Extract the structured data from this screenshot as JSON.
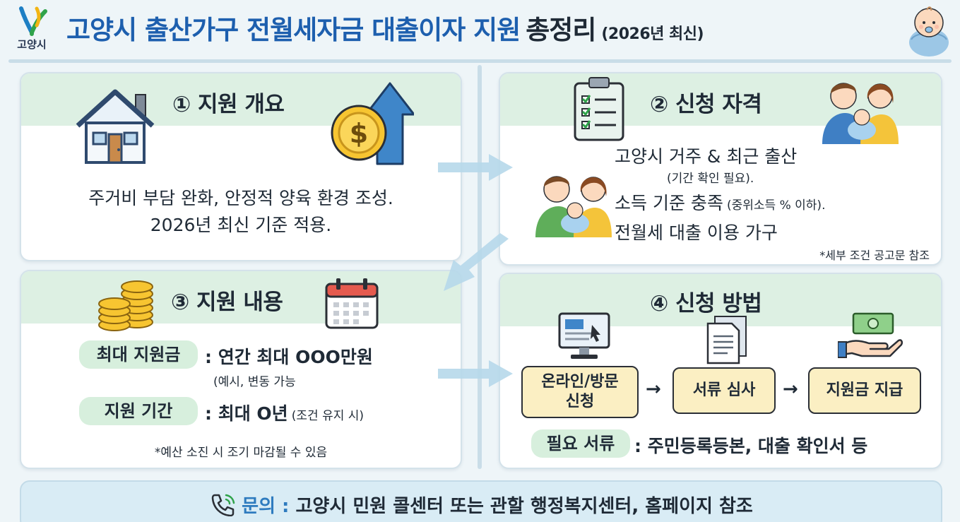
{
  "header": {
    "logo_text": "고양시",
    "title_main": "고양시 출산가구 전월세자금 대출이자 지원",
    "title_summary": "총정리",
    "title_year": "(2026년 최신)"
  },
  "cards": {
    "overview": {
      "title": "① 지원 개요",
      "line1": "주거비 부담 완화, 안정적 양육 환경 조성.",
      "line2": "2026년 최신 기준 적용."
    },
    "eligibility": {
      "title": "② 신청 자격",
      "line1": "고양시 거주 & 최근 출산",
      "line1_note": "(기간 확인 필요).",
      "line2": "소득 기준 충족",
      "line2_note": "(중위소득 % 이하).",
      "line3": "전월세 대출 이용 가구",
      "footnote": "*세부 조건 공고문 참조"
    },
    "content": {
      "title": "③ 지원 내용",
      "max_label": "최대 지원금",
      "max_value": ": 연간 최대 OOO만원",
      "max_note": "(예시, 변동 가능",
      "period_label": "지원 기간",
      "period_value": ": 최대 O년",
      "period_note": "(조건 유지 시)",
      "footnote": "*예산 소진 시 조기 마감될 수 있음"
    },
    "method": {
      "title": "④ 신청 방법",
      "step1": "온라인/방문\n신청",
      "step2": "서류 심사",
      "step3": "지원금 지급",
      "arrow": "→",
      "docs_label": "필요 서류",
      "docs_value": ": 주민등록등본, 대출 확인서 등"
    }
  },
  "footer": {
    "label": "문의 :",
    "text": "고양시 민원 콜센터 또는 관할 행정복지센터, 홈페이지 참조"
  },
  "colors": {
    "title_blue": "#1d5fae",
    "band_green": "#ddf0e3",
    "step_yellow": "#fbefc3",
    "footer_blue": "#d9ecf5"
  },
  "icons": [
    "city-logo-icon",
    "baby-icon",
    "house-icon",
    "coin-up-arrow-icon",
    "clipboard-checklist-icon",
    "family-icon",
    "coin-stack-icon",
    "calendar-icon",
    "computer-icon",
    "document-icon",
    "money-hand-icon",
    "phone-icon"
  ]
}
